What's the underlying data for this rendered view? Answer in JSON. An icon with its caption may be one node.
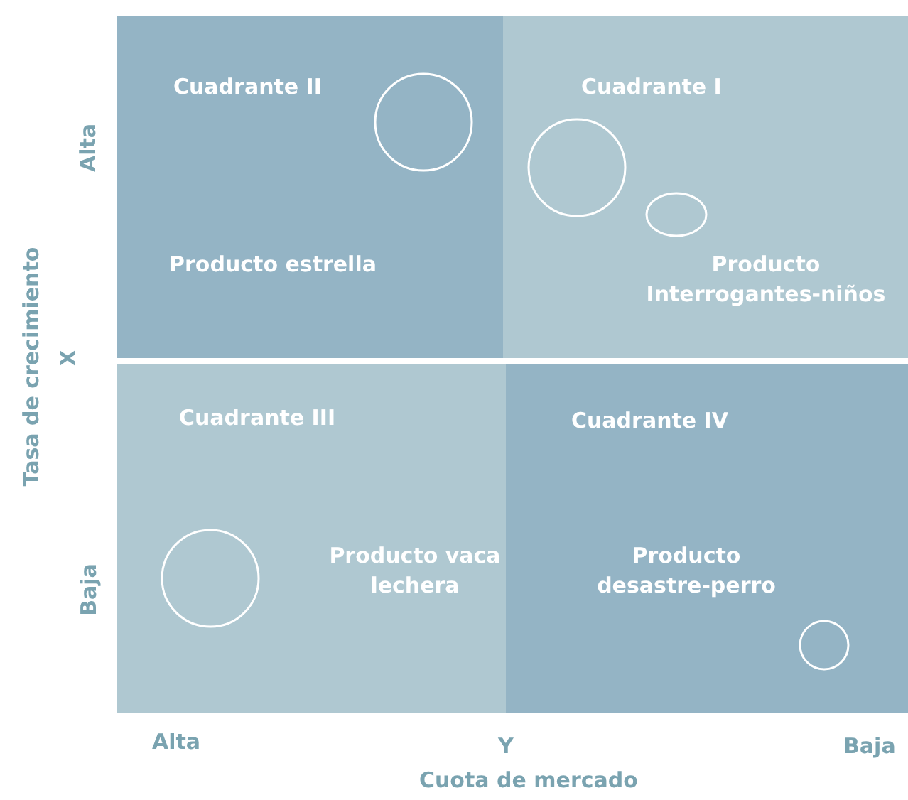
{
  "diagram": {
    "nodes": [
      {
        "text": [
          "Cuadrante II",
          "Producto estrella"
        ]
      },
      {
        "text": [
          "Cuadrante I",
          "Producto Interrogantes-niños"
        ]
      },
      {
        "text": [
          "Cuadrante III",
          "Producto vaca lechera"
        ]
      },
      {
        "text": [
          "Cuadrante IV",
          "Producto desastre-perro"
        ]
      }
    ],
    "labels": [
      "Alta",
      "Tasa de crecimiento",
      "X",
      "Baja",
      "Alta",
      "Y",
      "Baja",
      "Cuota de mercado"
    ]
  }
}
